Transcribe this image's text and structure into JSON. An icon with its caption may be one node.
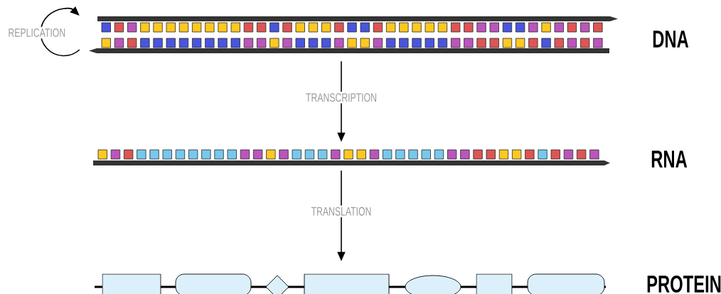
{
  "diagram": {
    "nodes": [
      {
        "text": [
          "DNA"
        ]
      },
      {
        "text": [
          "RNA"
        ]
      },
      {
        "text": [
          "PROTEIN"
        ]
      }
    ],
    "edges": [
      {
        "from": 0,
        "to": 0,
        "arrow": "to",
        "label": "REPLICATION"
      },
      {
        "from": 0,
        "to": 1,
        "arrow": "to",
        "label": "TRANSCRIPTION"
      },
      {
        "from": 1,
        "to": 2,
        "arrow": "to",
        "label": "TRANSLATION"
      }
    ]
  }
}
